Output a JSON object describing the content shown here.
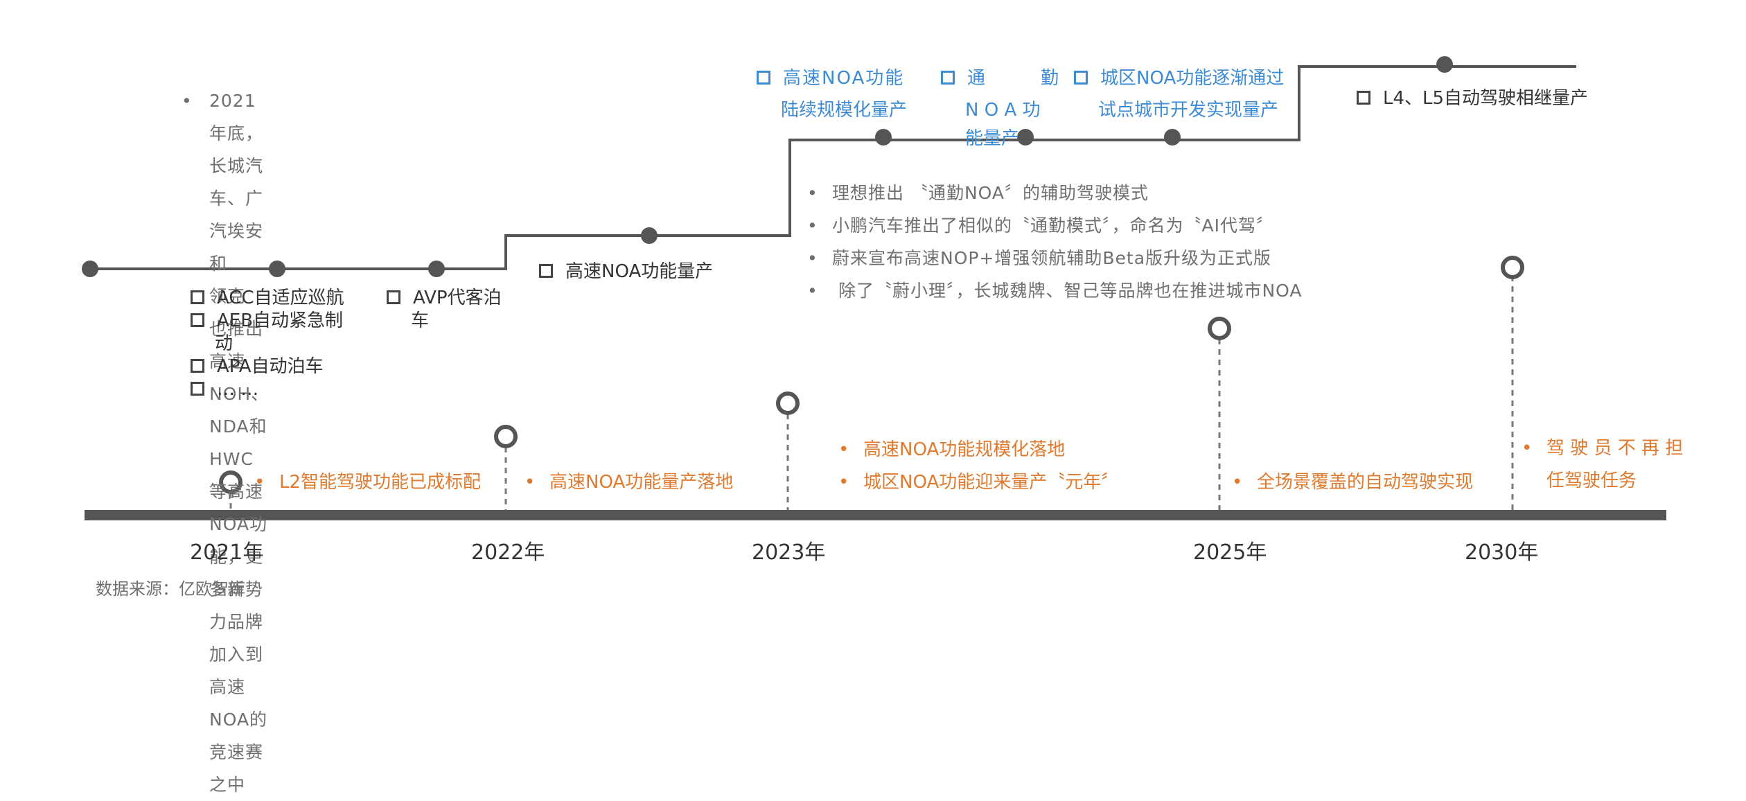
{
  "colors": {
    "line": "#555555",
    "orange": "#e07a2e",
    "blue": "#3d8bd3",
    "gray_text": "#6f6f6f",
    "dark_text": "#333333"
  },
  "years": [
    "2021年",
    "2022年",
    "2023年",
    "2025年",
    "2030年"
  ],
  "source": "数据来源：亿欧智库",
  "upper": {
    "note_2021": {
      "bullet": "•",
      "lines": [
        "2021年底，长城汽车、广汽埃安和",
        "领克  也推出高速NOH、NDA和",
        "HWC等高速  NOA功能，更多新势",
        "力品牌加入到高速  NOA的竞速赛",
        "之中"
      ]
    },
    "features_2021": [
      "ACC自适应巡航",
      "AEB自动紧急制",
      "动",
      "APA自动泊车",
      "… …"
    ],
    "avp": [
      "AVP代客泊",
      "车"
    ],
    "highway_noa": "高速NOA功能量产",
    "blue_items": {
      "a": [
        "高速NOA功能",
        "陆续规模化量产"
      ],
      "b": [
        "通",
        "勤",
        "N O A 功",
        "能量产"
      ],
      "c": [
        "城区NOA功能逐渐通过",
        "试点城市开发实现量产"
      ]
    },
    "l4": "L4、L5自动驾驶相继量产",
    "notes_2023": [
      "理想推出  〝通勤NOA〞的辅助驾驶模式",
      "小鹏汽车推出了相似的〝通勤模式〞，命名为〝AI代驾〞",
      "蔚来宣布高速NOP+增强领航辅助Beta版升级为正式版",
      " 除了〝蔚小理〞，长城魏牌、智己等品牌也在推进城市NOA"
    ]
  },
  "lower": {
    "m2021": "L2智能驾驶功能已成标配",
    "m2022": "高速NOA功能量产落地",
    "m2023": [
      "高速NOA功能规模化落地",
      "城区NOA功能迎来量产〝元年〞"
    ],
    "m2025": "全场景覆盖的自动驾驶实现",
    "m2030": [
      "驾 驶 员 不 再 担",
      "任驾驶任务"
    ]
  }
}
